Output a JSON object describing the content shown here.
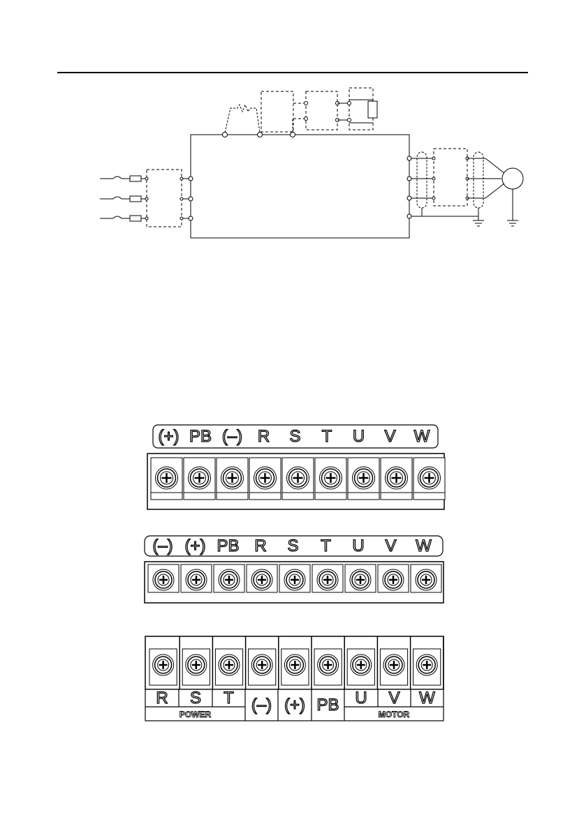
{
  "strip1": {
    "labels": [
      "(+)",
      "PB",
      "(–)",
      "R",
      "S",
      "T",
      "U",
      "V",
      "W"
    ]
  },
  "strip2": {
    "labels": [
      "(–)",
      "(+)",
      "PB",
      "R",
      "S",
      "T",
      "U",
      "V",
      "W"
    ]
  },
  "strip3": {
    "labels": [
      "R",
      "S",
      "T",
      "(–)",
      "(+)",
      "PB",
      "U",
      "V",
      "W"
    ],
    "group_power": "POWER",
    "group_motor": "MOTOR"
  }
}
